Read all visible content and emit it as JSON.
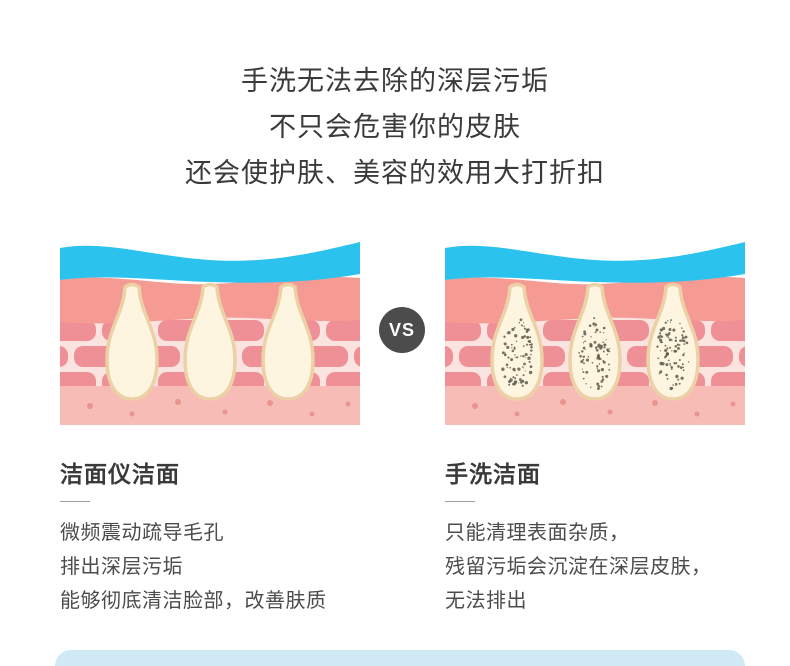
{
  "header": {
    "lines": [
      "手洗无法去除的深层污垢",
      "不只会危害你的皮肤",
      "还会使护肤、美容的效用大打折扣"
    ]
  },
  "comparison": {
    "vs_label": "VS",
    "left": {
      "title": "洁面仪洁面",
      "lines": [
        "微频震动疏导毛孔",
        "排出深层污垢",
        "能够彻底清洁脸部，改善肤质"
      ]
    },
    "right": {
      "title": "手洗洁面",
      "lines": [
        "只能清理表面杂质，",
        "残留污垢会沉淀在深层皮肤，",
        "无法排出"
      ]
    }
  },
  "icons": {
    "left_illustration": "clean-skin-pores-illustration",
    "right_illustration": "dirty-skin-pores-illustration"
  },
  "colors": {
    "wave-blue": "#2bc3ee",
    "dermis": "#f59b94",
    "skin-bg": "#fbe4e0",
    "brick": "#ef9096",
    "bottom-band": "#f8bcb6",
    "band-dot": "#e9948f",
    "pore-fill": "#fdf5df",
    "pore-stroke": "#ecd0a6",
    "speck": "#5d5c4e",
    "vs-bg": "#4c4c4c",
    "text-dark": "#3a3a3a",
    "text-body": "#4c4c4c",
    "divider": "#9e9e9e",
    "bottom-bar": "#cfe9f5"
  }
}
